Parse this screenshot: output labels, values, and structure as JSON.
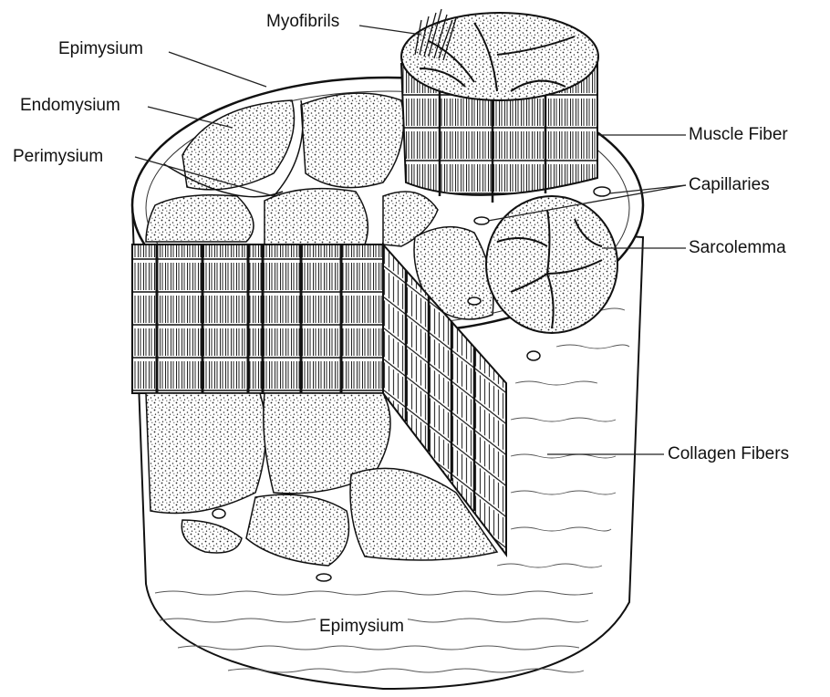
{
  "diagram": {
    "labels": {
      "myofibrils": "Myofibrils",
      "epimysium_top": "Epimysium",
      "endomysium": "Endomysium",
      "perimysium": "Perimysium",
      "muscle_fiber": "Muscle Fiber",
      "capillaries": "Capillaries",
      "sarcolemma": "Sarcolemma",
      "collagen_fibers": "Collagen Fibers",
      "epimysium_bottom": "Epimysium"
    }
  }
}
